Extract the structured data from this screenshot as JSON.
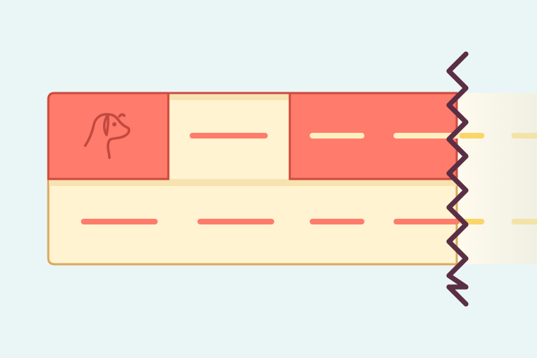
{
  "illustration": {
    "icon": "dog-head-icon",
    "colors": {
      "background": "#EAF6F6",
      "cream": "#FFF3D1",
      "cream_shadow": "#F6E3B0",
      "coral": "#FF7B6B",
      "coral_border": "#CC4A3E",
      "table_border": "#DDA85C",
      "dash_light": "#FFF0C2",
      "zigzag": "#5A2E45",
      "icon_stroke": "#C2493F",
      "fade_dash": "#FAD66A"
    },
    "table": {
      "rows": 2,
      "header_cells": [
        {
          "kind": "icon",
          "highlighted": true
        },
        {
          "kind": "dash",
          "highlighted": false
        },
        {
          "kind": "dash",
          "highlighted": true
        },
        {
          "kind": "dash",
          "highlighted": true
        }
      ],
      "body_cells": [
        {
          "kind": "dash"
        },
        {
          "kind": "dash"
        },
        {
          "kind": "dash"
        },
        {
          "kind": "dash"
        }
      ]
    }
  }
}
